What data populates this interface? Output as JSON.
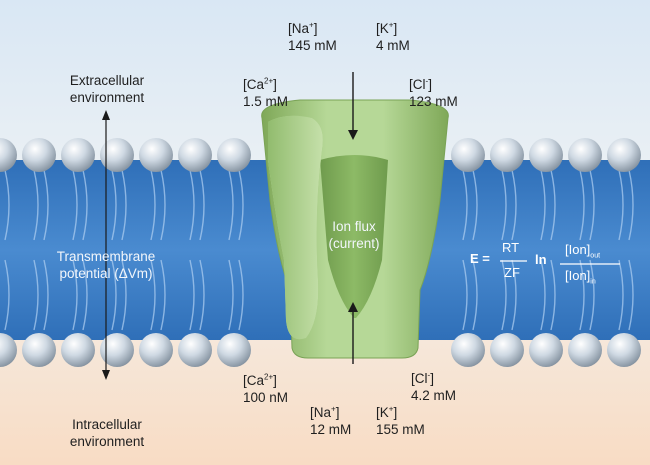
{
  "labels": {
    "extracellular": [
      "Extracellular",
      "environment"
    ],
    "intracellular": [
      "Intracellular",
      "environment"
    ],
    "transmembrane": [
      "Transmembrane",
      "potential (ΔVm)"
    ],
    "ion_flux": [
      "Ion flux",
      "(current)"
    ]
  },
  "ions_out": {
    "na": {
      "name": "Na",
      "charge": "+",
      "conc": "145 mM"
    },
    "k": {
      "name": "K",
      "charge": "+",
      "conc": "4 mM"
    },
    "ca": {
      "name": "Ca",
      "charge": "2+",
      "conc": "1.5 mM"
    },
    "cl": {
      "name": "Cl",
      "charge": "-",
      "conc": "123 mM"
    }
  },
  "ions_in": {
    "ca": {
      "name": "Ca",
      "charge": "2+",
      "conc": "100 nM"
    },
    "cl": {
      "name": "Cl",
      "charge": "-",
      "conc": "4.2 mM"
    },
    "na": {
      "name": "Na",
      "charge": "+",
      "conc": "12 mM"
    },
    "k": {
      "name": "K",
      "charge": "+",
      "conc": "155 mM"
    }
  },
  "equation": {
    "lhs": "E =",
    "rt": "RT",
    "zf": "ZF",
    "ln": "ln",
    "ion": "[Ion]",
    "out": "out",
    "in": "in"
  },
  "colors": {
    "membrane": "#3f7fc6",
    "head": "#c9d6e3",
    "channel": "#9ec47a",
    "top_bg": "#dbe8f3",
    "bottom_bg": "#f7e2cf"
  }
}
